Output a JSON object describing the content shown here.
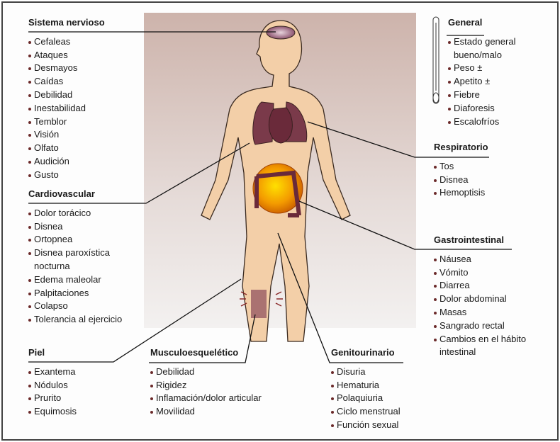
{
  "sections": {
    "nervioso": {
      "title": "Sistema nervioso",
      "items": [
        "Cefaleas",
        "Ataques",
        "Desmayos",
        "Caídas",
        "Debilidad",
        "Inestabilidad",
        "Temblor",
        "Visión",
        "Olfato",
        "Audición",
        "Gusto"
      ]
    },
    "cardio": {
      "title": "Cardiovascular",
      "items": [
        "Dolor torácico",
        "Disnea",
        "Ortopnea",
        "Disnea paroxística",
        "nocturna",
        "Edema maleolar",
        "Palpitaciones",
        "Colapso",
        "Tolerancia al ejercicio"
      ]
    },
    "piel": {
      "title": "Piel",
      "items": [
        "Exantema",
        "Nódulos",
        "Prurito",
        "Equimosis"
      ]
    },
    "musculo": {
      "title": "Musculoesquelético",
      "items": [
        "Debilidad",
        "Rigidez",
        "Inflamación/dolor articular",
        "Movilidad"
      ]
    },
    "genito": {
      "title": "Genitourinario",
      "items": [
        "Disuria",
        "Hematuria",
        "Polaquiuria",
        "Ciclo menstrual",
        "Función sexual"
      ]
    },
    "general": {
      "title": "General",
      "items": [
        "Estado general",
        "bueno/malo",
        "Peso ±",
        "Apetito ±",
        "Fiebre",
        "Diaforesis",
        "Escalofríos"
      ]
    },
    "resp": {
      "title": "Respiratorio",
      "items": [
        "Tos",
        "Disnea",
        "Hemoptisis"
      ]
    },
    "gastro": {
      "title": "Gastrointestinal",
      "items": [
        "Náusea",
        "Vómito",
        "Diarrea",
        "Dolor abdominal",
        "Masas",
        "Sangrado rectal",
        "Cambios en el hábito",
        "intestinal"
      ]
    }
  },
  "colors": {
    "skin": "#f3cfa8",
    "organ": "#7a3a4a",
    "panel": "#d9c4be",
    "line": "#111111"
  }
}
